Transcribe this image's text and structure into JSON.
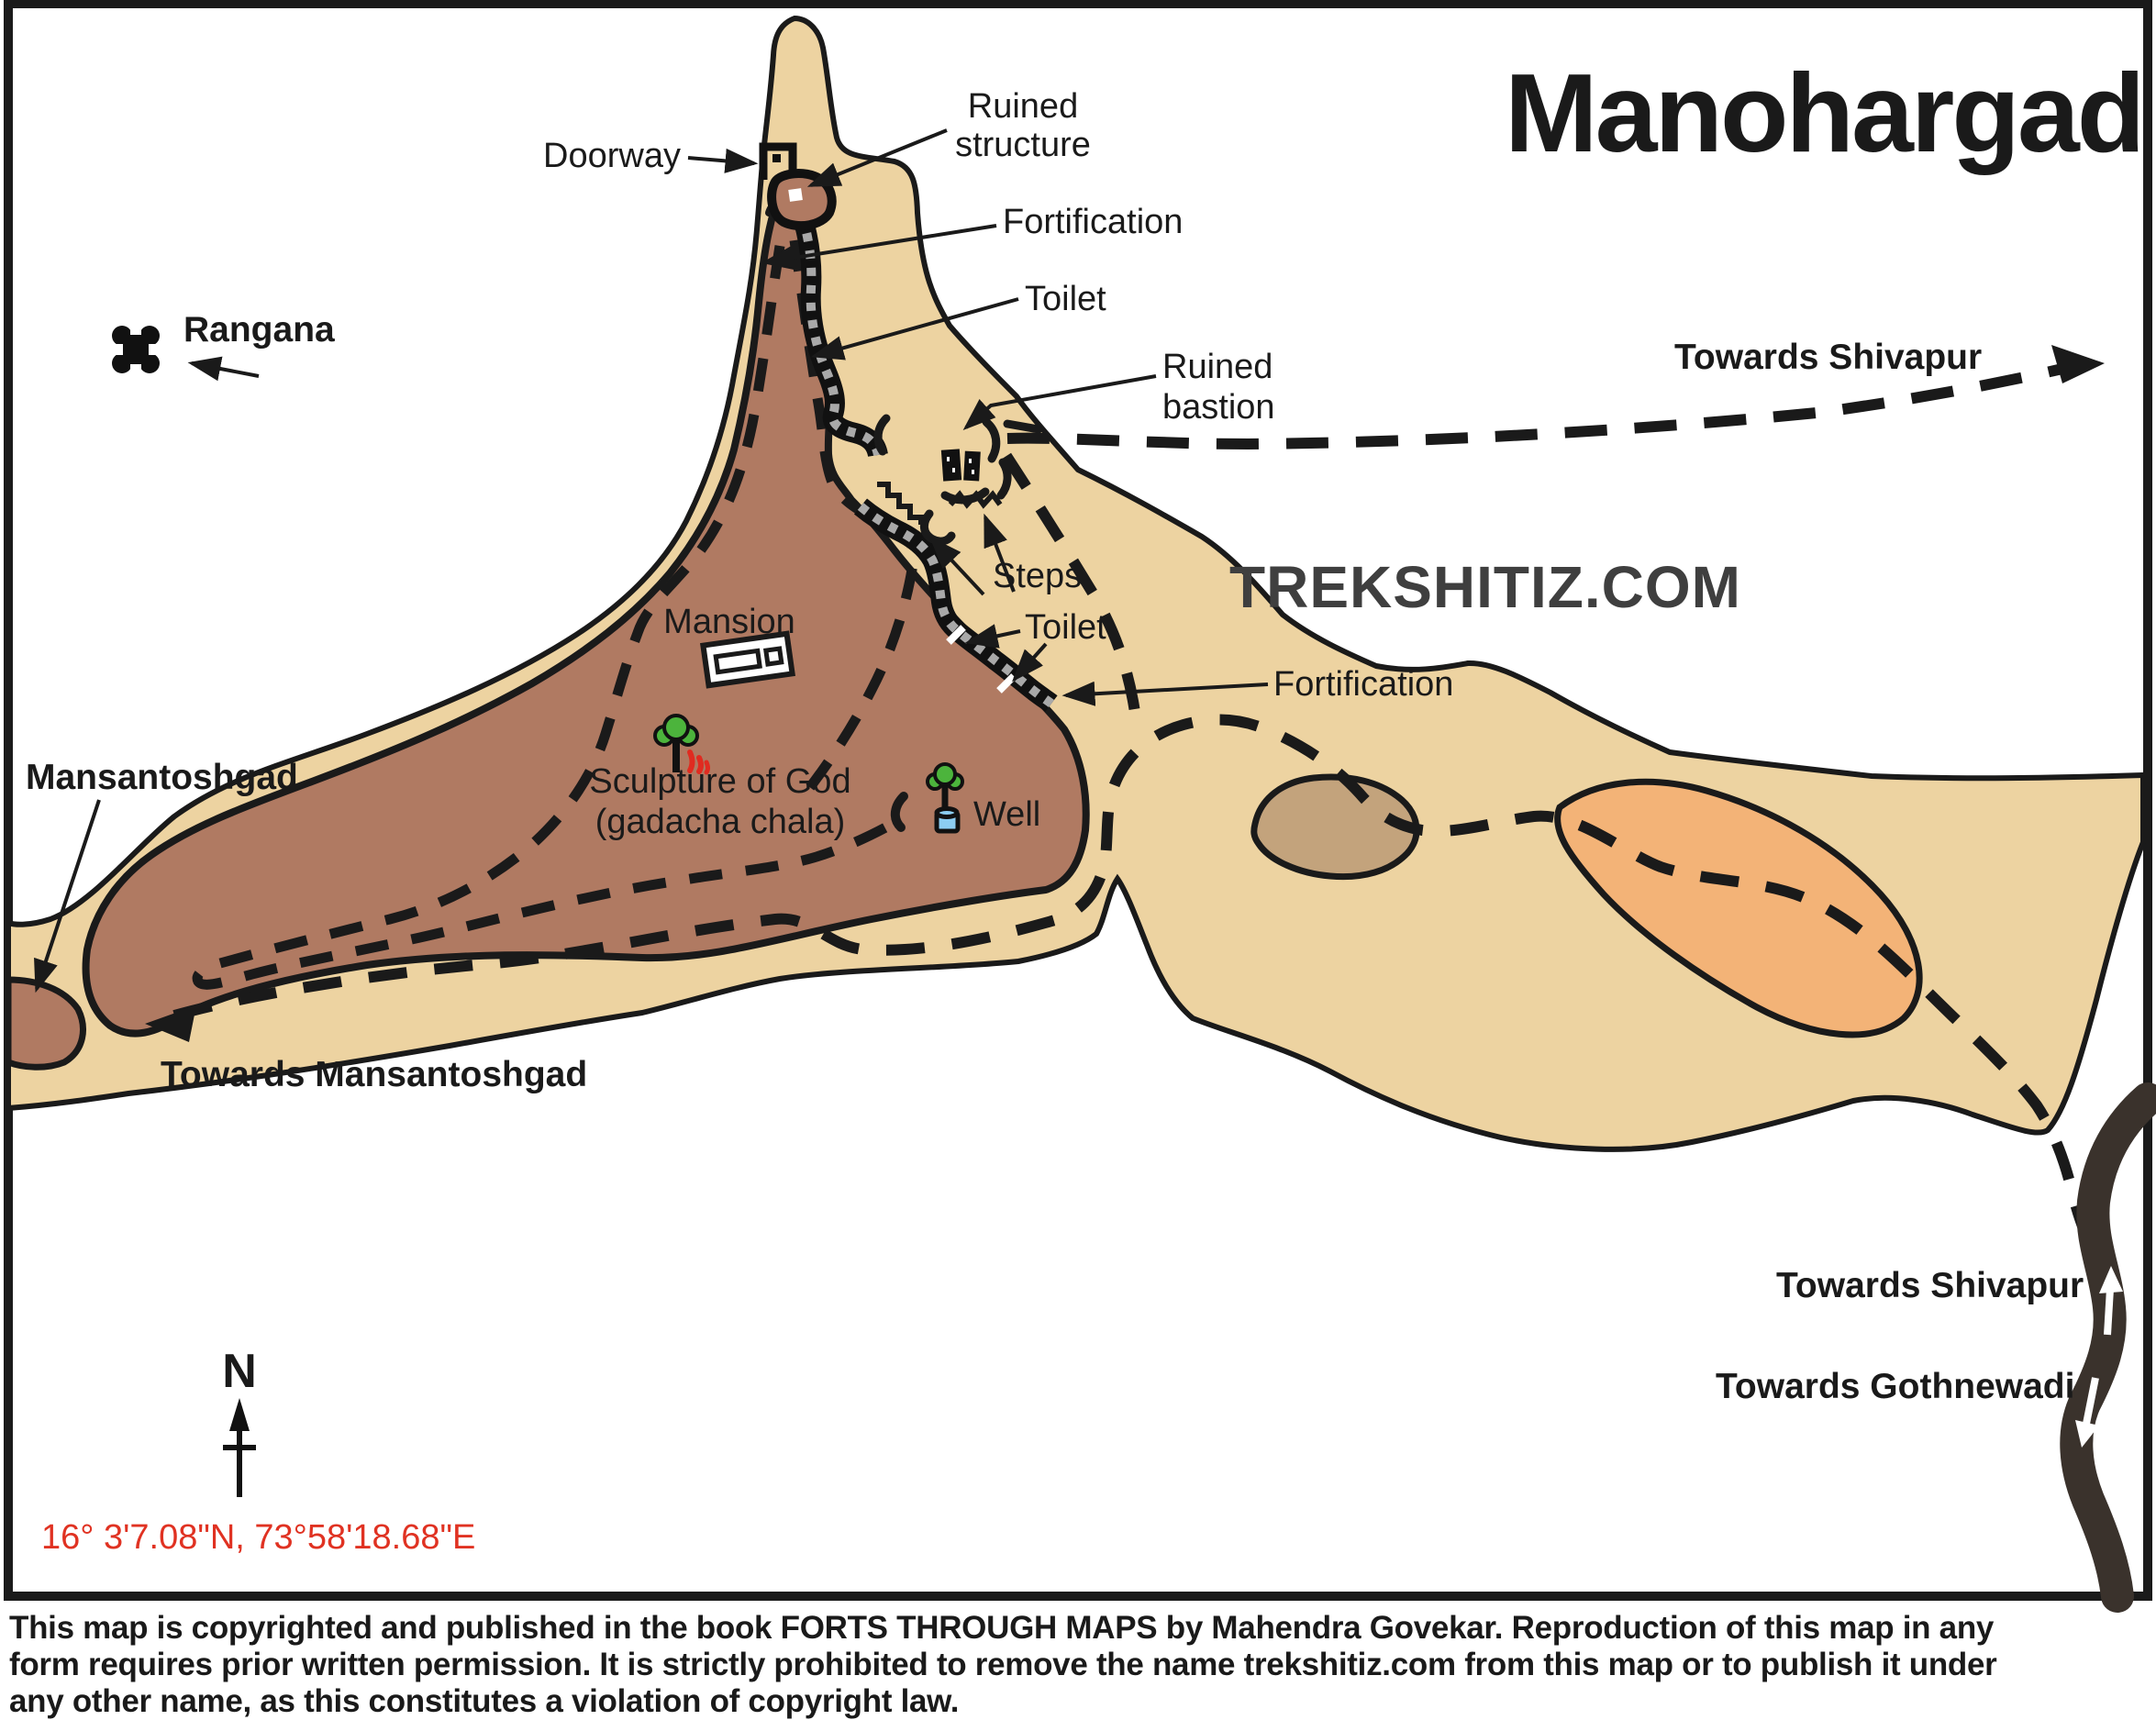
{
  "header": {
    "title": "Manohargad",
    "watermark": "TREKSHITIZ.COM"
  },
  "compass": {
    "north_label": "N"
  },
  "coordinates_text": "16° 3'7.08\"N, 73°58'18.68\"E",
  "labels": {
    "doorway": "Doorway",
    "ruined_structure_line1": "Ruined",
    "ruined_structure_line2": "structure",
    "fortification_upper": "Fortification",
    "toilet_upper": "Toilet",
    "ruined_bastion_line1": "Ruined",
    "ruined_bastion_line2": "bastion",
    "steps": "Steps",
    "toilet_lower": "Toilet",
    "fortification_lower": "Fortification",
    "mansion": "Mansion",
    "sculpture_line1": "Sculpture of God",
    "sculpture_line2": "(gadacha chala)",
    "well": "Well",
    "rangana": "Rangana",
    "mansantoshgad": "Mansantoshgad",
    "towards_mansantoshgad": "Towards Mansantoshgad",
    "towards_shivapur_top": "Towards Shivapur",
    "towards_shivapur_right": "Towards Shivapur",
    "towards_gothnewadi": "Towards Gothnewadi"
  },
  "colors": {
    "land_tan": "#edd3a1",
    "plateau_brown": "#b07a62",
    "hill_dark_tan": "#c3a37c",
    "hill_orange": "#f3b377",
    "road_dark": "#3a322c",
    "red_coordinates": "#e03222",
    "watermark_gray": "#3f3f3f",
    "tree_green": "#4cb43c",
    "well_blue": "#8ccdf2",
    "flame_red": "#e02b20"
  },
  "footer": {
    "line1": "This map is copyrighted and published in the book FORTS THROUGH MAPS by Mahendra Govekar. Reproduction of this map in any",
    "line2": "form requires prior written permission. It is strictly prohibited to remove the name trekshitiz.com from this map or to publish it under",
    "line3": "any other name, as this constitutes a violation of copyright law."
  }
}
